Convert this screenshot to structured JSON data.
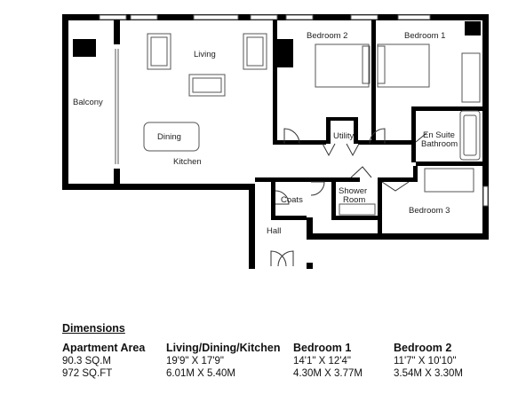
{
  "floorplan": {
    "rooms": {
      "balcony": "Balcony",
      "living": "Living",
      "dining": "Dining",
      "kitchen": "Kitchen",
      "bedroom2": "Bedroom 2",
      "bedroom1": "Bedroom 1",
      "utility": "Utility",
      "ensuite_line1": "En Suite",
      "ensuite_line2": "Bathroom",
      "shower_line1": "Shower",
      "shower_line2": "Room",
      "coats": "Coats",
      "bedroom3": "Bedroom 3",
      "hall": "Hall"
    }
  },
  "dimensions": {
    "heading": "Dimensions",
    "columns": [
      {
        "header": "Apartment Area",
        "values": [
          "90.3 SQ.M",
          "972 SQ.FT"
        ]
      },
      {
        "header": "Living/Dining/Kitchen",
        "values": [
          "19'9\" X 17'9\"",
          "6.01M X 5.40M"
        ]
      },
      {
        "header": "Bedroom 1",
        "values": [
          "14'1\" X 12'4\"",
          "4.30M X 3.77M"
        ]
      },
      {
        "header": "Bedroom 2",
        "values": [
          "11'7\" X 10'10\"",
          "3.54M X 3.30M"
        ]
      }
    ]
  }
}
